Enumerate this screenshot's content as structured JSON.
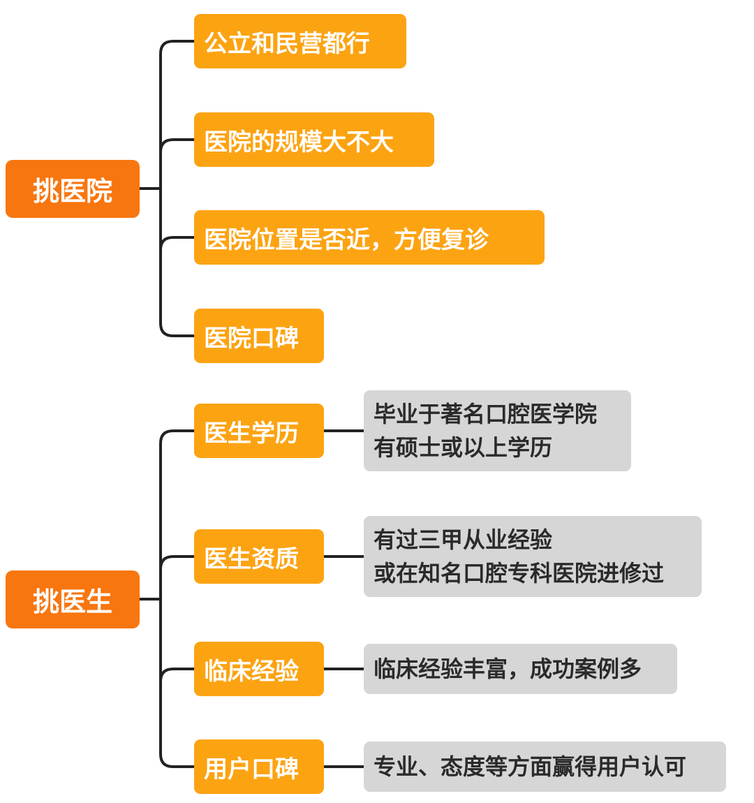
{
  "hospital": {
    "root": "挑医院",
    "branches": [
      "公立和民营都行",
      "医院的规模大不大",
      "医院位置是否近，方便复诊",
      "医院口碑"
    ]
  },
  "doctor": {
    "root": "挑医生",
    "branches": [
      {
        "label": "医生学历",
        "details": [
          "毕业于著名口腔医学院",
          "有硕士或以上学历"
        ]
      },
      {
        "label": "医生资质",
        "details": [
          "有过三甲从业经验",
          "或在知名口腔专科医院进修过"
        ]
      },
      {
        "label": "临床经验",
        "details": [
          "临床经验丰富，成功案例多"
        ]
      },
      {
        "label": "用户口碑",
        "details": [
          "专业、态度等方面赢得用户认可"
        ]
      }
    ]
  },
  "colors": {
    "root_fill": "#f8760f",
    "branch_fill": "#fca312",
    "detail_fill": "#d6d6d6",
    "line": "#222222"
  }
}
